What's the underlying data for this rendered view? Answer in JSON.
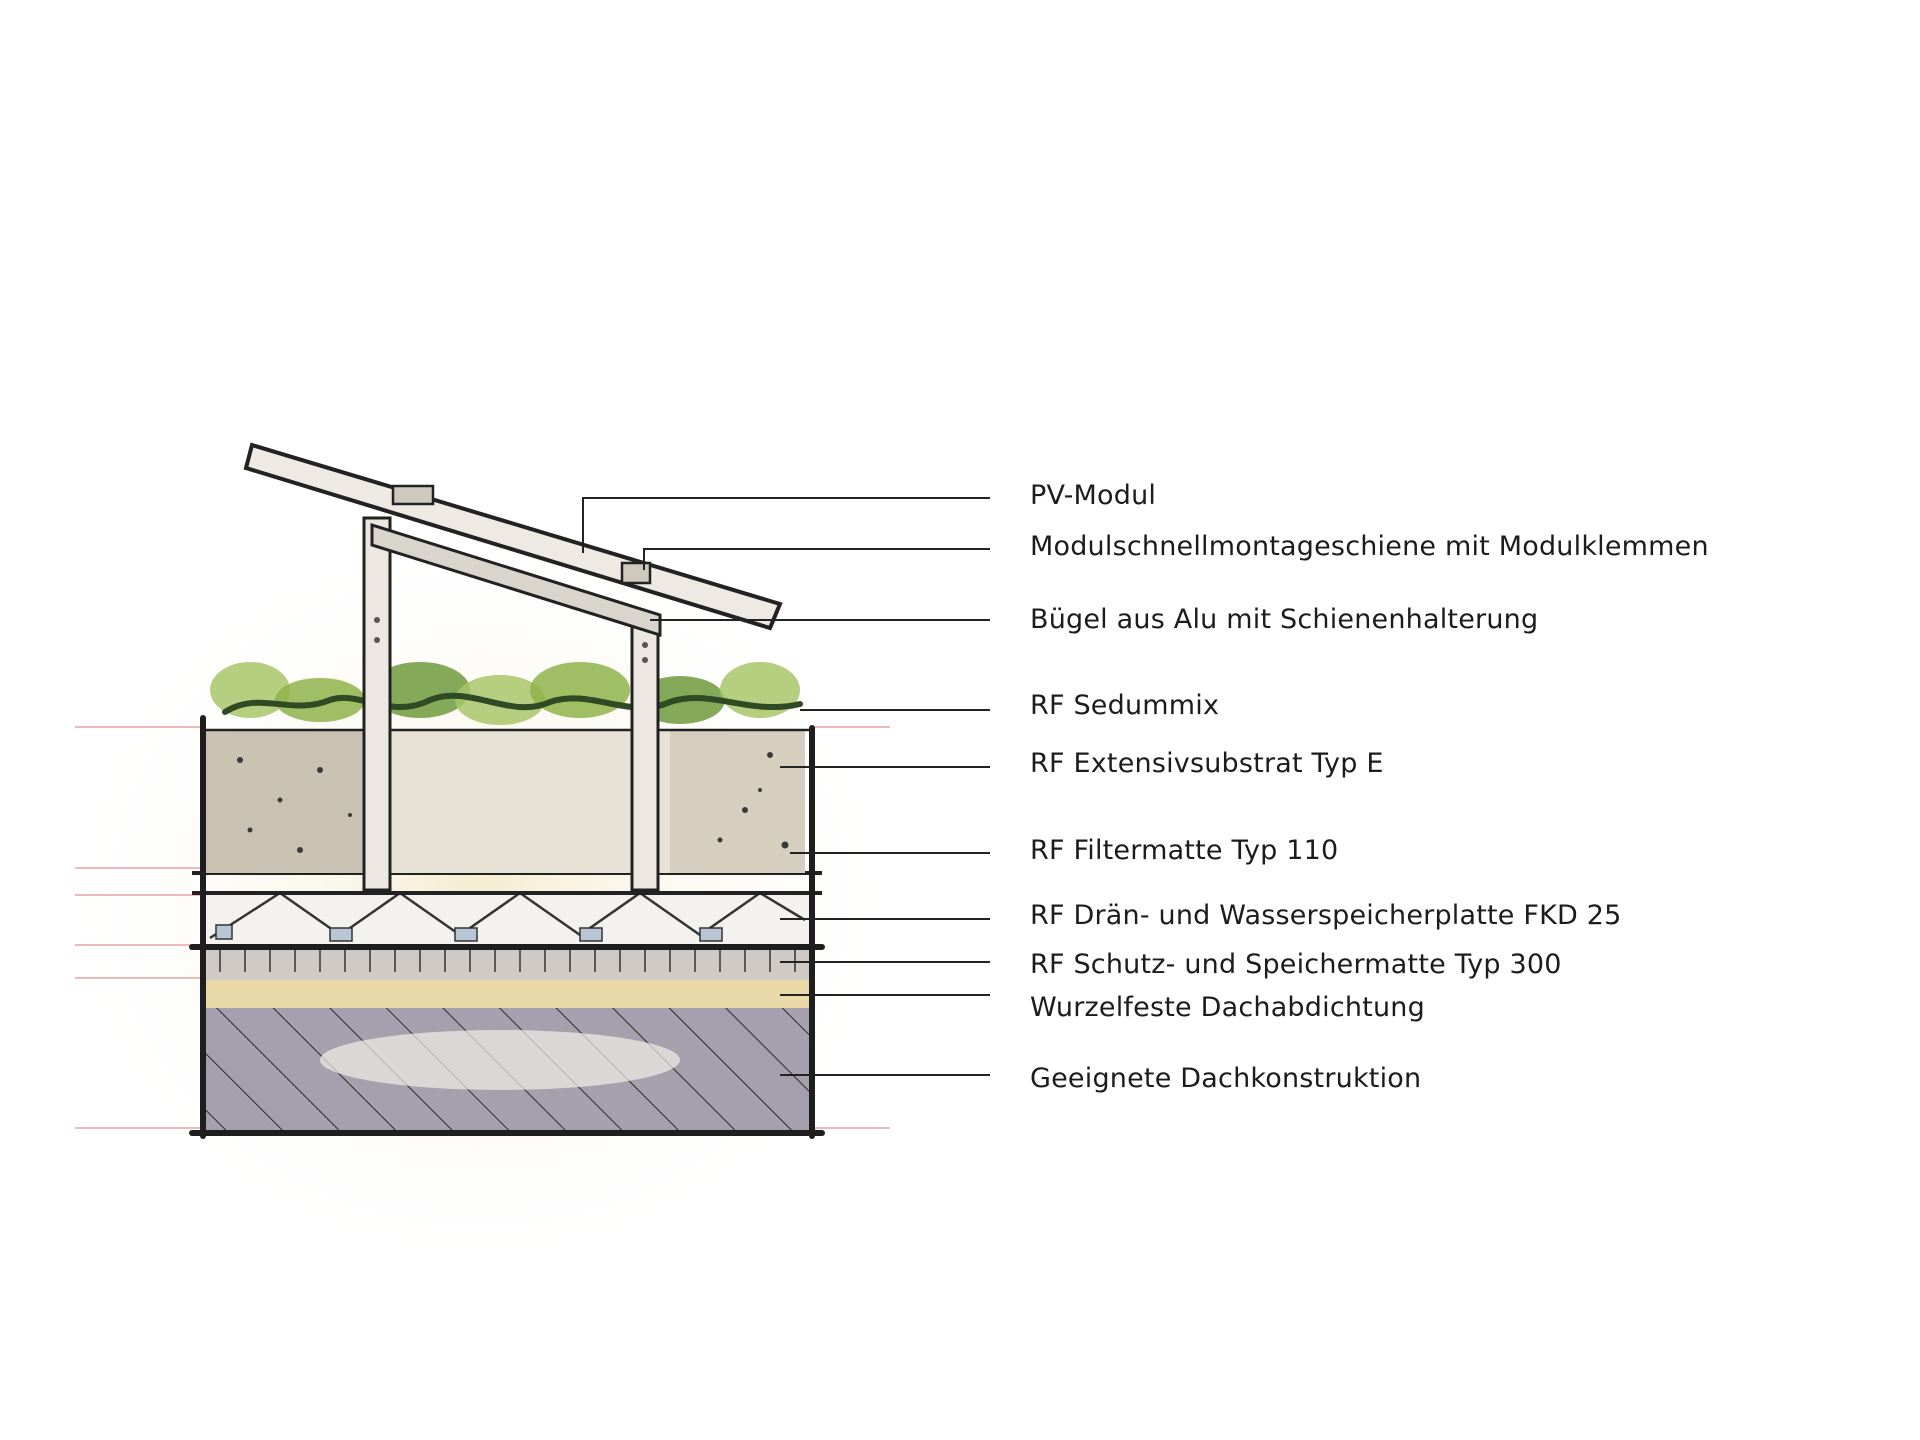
{
  "labels": [
    {
      "id": "pv-modul",
      "text": "PV-Modul"
    },
    {
      "id": "montageschiene",
      "text": "Modulschnellmontageschiene mit Modulklemmen"
    },
    {
      "id": "buegel",
      "text": "Bügel aus Alu mit Schienenhalterung"
    },
    {
      "id": "sedummix",
      "text": "RF Sedummix"
    },
    {
      "id": "extensivsubstrat",
      "text": "RF Extensivsubstrat Typ E"
    },
    {
      "id": "filtermatte",
      "text": "RF Filtermatte Typ 110"
    },
    {
      "id": "draenplatte",
      "text": "RF Drän- und Wasserspeicherplatte FKD 25"
    },
    {
      "id": "schutzmatte",
      "text": "RF Schutz- und Speichermatte Typ 300"
    },
    {
      "id": "dachabdichtung",
      "text": "Wurzelfeste Dachabdichtung"
    },
    {
      "id": "dachkonstruktion",
      "text": "Geeignete Dachkonstruktion"
    }
  ],
  "colors": {
    "outline": "#1e1e1e",
    "substrate": "#cfc7b8",
    "vegetation": "#8fb34a",
    "vegetation_dark": "#2f4a24",
    "construction": "#9b93a3",
    "sand": "#e9d9a8",
    "red_guides": "#e6a3a3"
  }
}
